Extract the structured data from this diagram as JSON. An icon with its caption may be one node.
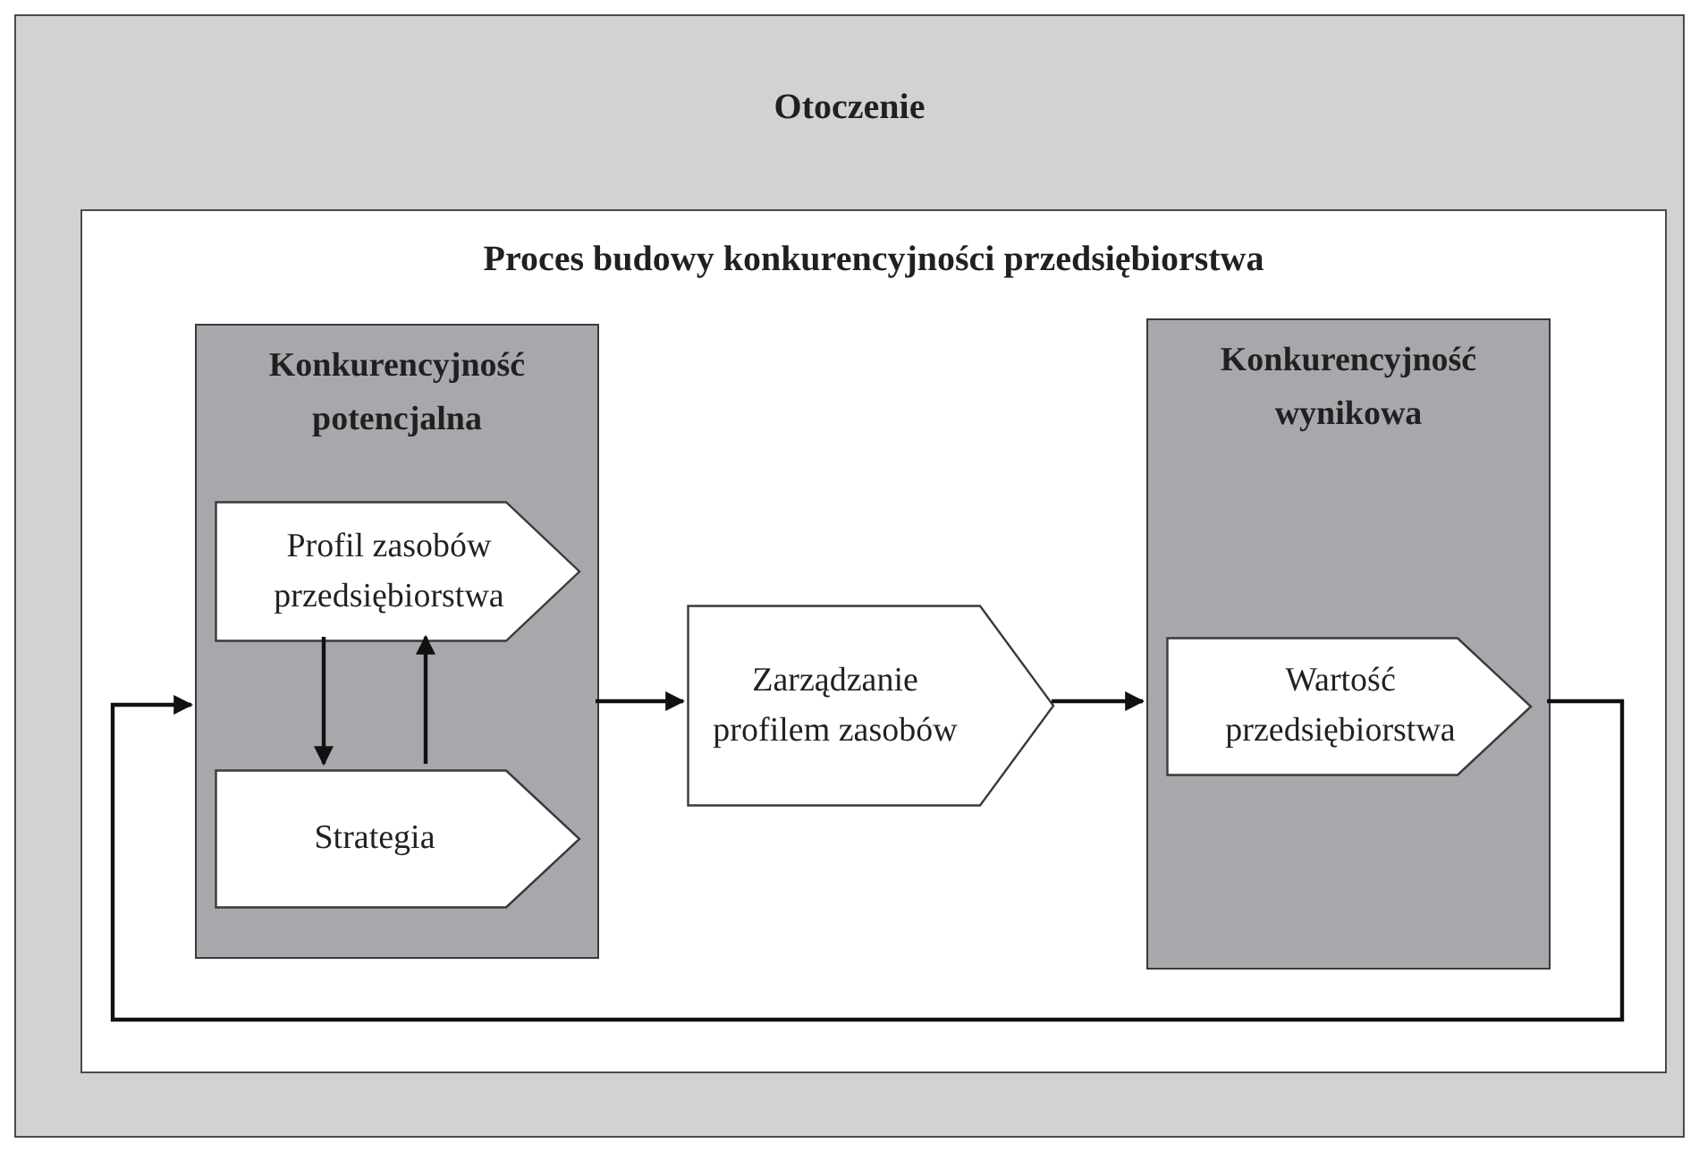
{
  "diagram": {
    "nodes": [
      {
        "text": [
          "Otoczenie"
        ]
      },
      {
        "text": [
          "Proces budowy konkurencyjności przedsiębiorstwa"
        ],
        "in": 0
      },
      {
        "text": [
          "Konkurencyjność potencjalna"
        ],
        "in": 1
      },
      {
        "text": [
          "Profil zasobów przedsiębiorstwa"
        ],
        "in": 2
      },
      {
        "text": [
          "Strategia"
        ],
        "in": 2
      },
      {
        "text": [
          "Zarządzanie profilem zasobów"
        ],
        "in": 1
      },
      {
        "text": [
          "Konkurencyjność wynikowa"
        ],
        "in": 1
      },
      {
        "text": [
          "Wartość przedsiębiorstwa"
        ],
        "in": 6
      }
    ],
    "edges": [
      {
        "from": 3,
        "to": 4,
        "arrow": "to"
      },
      {
        "from": 4,
        "to": 3,
        "arrow": "to"
      },
      {
        "from": 2,
        "to": 5,
        "arrow": "to"
      },
      {
        "from": 5,
        "to": 6,
        "arrow": "to"
      },
      {
        "from": 6,
        "to": 2,
        "arrow": "to"
      }
    ]
  }
}
